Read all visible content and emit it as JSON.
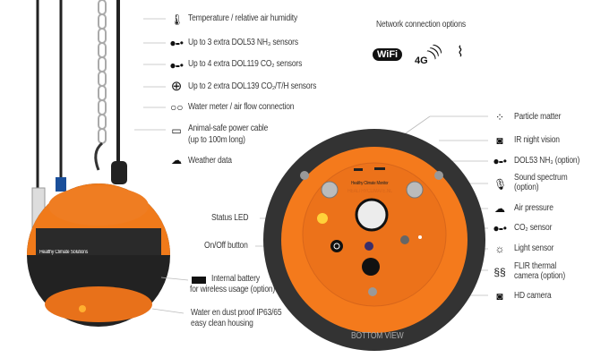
{
  "left_features": [
    {
      "label": "Temperature / relative air humidity",
      "icon": "thermometer-icon"
    },
    {
      "label": "Up to 3 extra DOL53 NH₃ sensors",
      "icon": "sensor-node-icon"
    },
    {
      "label": "Up to  4 extra DOL119 CO₂ sensors",
      "icon": "sensor-node-icon"
    },
    {
      "label": "Up to  2 extra DOL139 CO₂/T/H sensors",
      "icon": "plus-circle-icon"
    },
    {
      "label": "Water meter / air flow connection",
      "icon": "water-drops-icon"
    },
    {
      "label": "Animal-safe power cable",
      "label2": "(up to 100m long)",
      "icon": "power-cable-icon"
    },
    {
      "label": "Weather data",
      "icon": "cloud-rain-icon"
    }
  ],
  "network": {
    "title": "Network connection options",
    "wifi": "WiFi",
    "g4": "4G"
  },
  "right_features": [
    {
      "label": "Particle matter",
      "icon": "particles-icon"
    },
    {
      "label": "IR night vision",
      "icon": "camera-icon"
    },
    {
      "label": "DOL53 NH₃  (option)",
      "icon": "sensor-node-icon"
    },
    {
      "label": "Sound spectrum",
      "label2": "(option)",
      "icon": "microphone-icon"
    },
    {
      "label": "Air pressure",
      "icon": "cloud-icon"
    },
    {
      "label": "CO₂ sensor",
      "icon": "sensor-node-icon"
    },
    {
      "label": "Light sensor",
      "icon": "sun-icon"
    },
    {
      "label": "FLIR thermal",
      "label2": "camera (option)",
      "icon": "heat-waves-icon"
    },
    {
      "label": "HD camera",
      "icon": "camera-icon"
    }
  ],
  "bottom_labels": {
    "status_led": "Status LED",
    "onoff": "On/Off button",
    "battery": "Internal battery",
    "battery2": "for wireless usage (option)",
    "housing": "Water en dust proof IP63/65",
    "housing2": "easy clean housing"
  },
  "device": {
    "brand": "Healthy Climate Monitor",
    "url": "HEALTHYCLIMATE.NL",
    "logo": "Healthy Climate Solutions"
  },
  "caption": "BOTTOM VIEW"
}
